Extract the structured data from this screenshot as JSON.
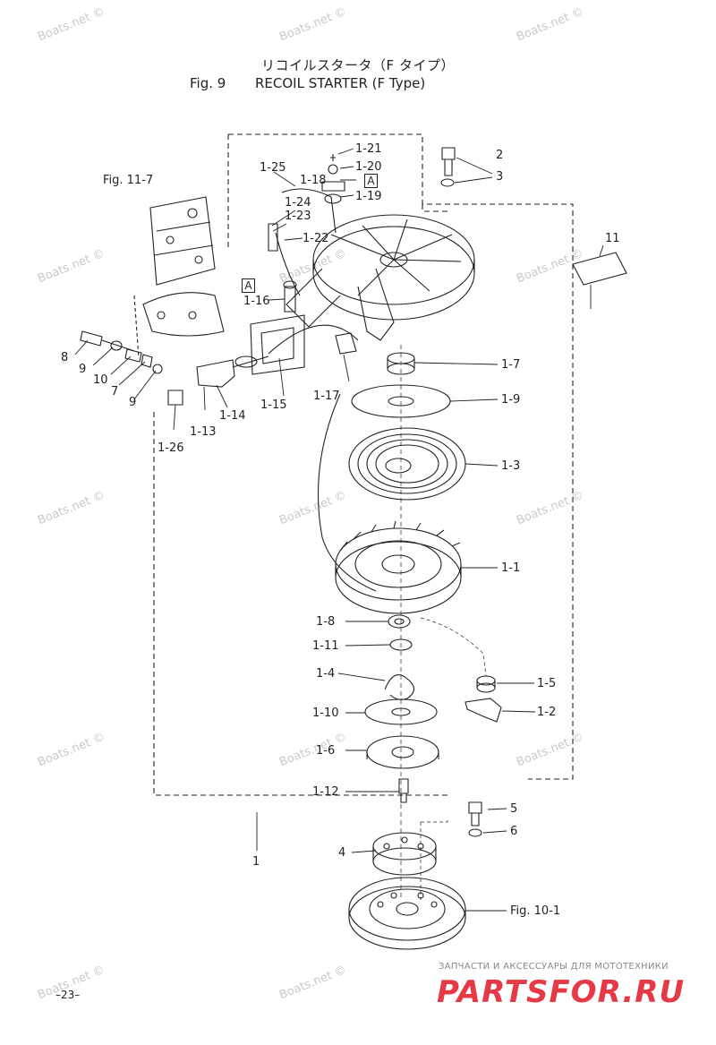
{
  "header": {
    "title_jp": "リコイルスタータ（F タイプ）",
    "fig_no": "Fig. 9",
    "title_en": "RECOIL STARTER (F Type)"
  },
  "refs": {
    "fig_11_7": "Fig. 11-7",
    "fig_10_1": "Fig. 10-1",
    "box_a": "A"
  },
  "labels": {
    "l1_21": "1-21",
    "l1_20": "1-20",
    "l1_18": "1-18",
    "l1_19": "1-19",
    "l1_25": "1-25",
    "l1_24": "1-24",
    "l1_23": "1-23",
    "l1_22": "1-22",
    "l1_16": "1-16",
    "l1_15": "1-15",
    "l1_14": "1-14",
    "l1_13": "1-13",
    "l1_26": "1-26",
    "l1_17": "1-17",
    "l1_7": "1-7",
    "l1_9": "1-9",
    "l1_3": "1-3",
    "l1_1": "1-1",
    "l1_8": "1-8",
    "l1_11": "1-11",
    "l1_4": "1-4",
    "l1_5": "1-5",
    "l1_2": "1-2",
    "l1_10": "1-10",
    "l1_6": "1-6",
    "l1_12": "1-12",
    "l2": "2",
    "l3": "3",
    "l11": "11",
    "l8": "8",
    "l9a": "9",
    "l10": "10",
    "l7": "7",
    "l9b": "9",
    "l1": "1",
    "l4": "4",
    "l5": "5",
    "l6": "6"
  },
  "watermark": "Boats.net ©",
  "footer": {
    "page_number": "–23–",
    "brand_caption": "ЗАПЧАСТИ И АКСЕССУАРЫ ДЛЯ МОТОТЕХНИКИ",
    "brand_name": "PARTSFOR.RU"
  },
  "colors": {
    "brand": "#e63946",
    "watermark": "#c9c9c9",
    "ink": "#222222"
  }
}
